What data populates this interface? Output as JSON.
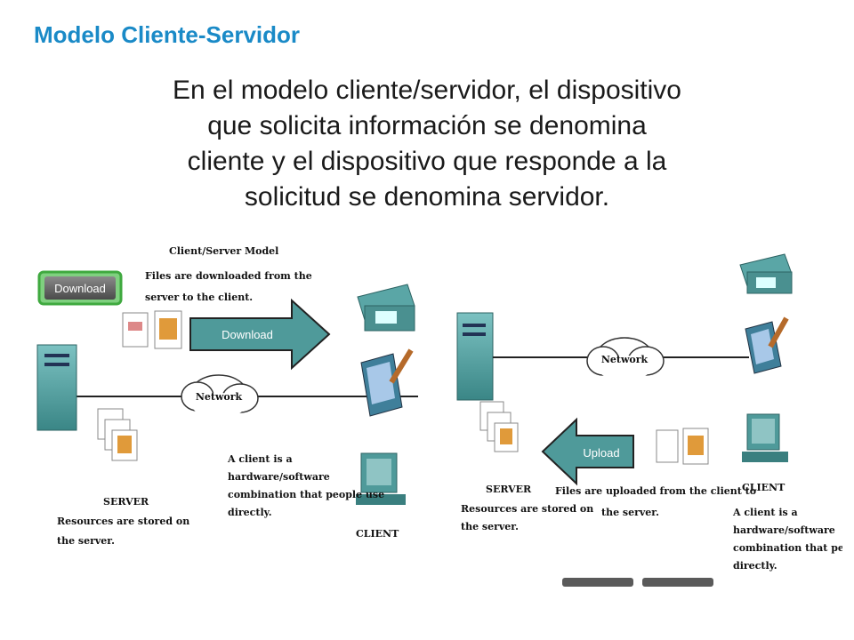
{
  "slide": {
    "title": "Modelo Cliente-Servidor",
    "body_lines": [
      "En el modelo cliente/servidor, el dispositivo",
      "que solicita información se denomina",
      "cliente y el dispositivo que responde a la",
      "solicitud se denomina servidor."
    ]
  },
  "left_diagram": {
    "heading": "Client/Server Model",
    "description_lines": [
      "Files are downloaded from the",
      "server to the client."
    ],
    "download_button": "Download",
    "arrow_label": "Download",
    "network_label": "Network",
    "server_label": "SERVER",
    "server_note_lines": [
      "Resources are stored on",
      "the server."
    ],
    "client_note_lines": [
      "A client is a",
      "hardware/software",
      "combination that people use",
      "directly."
    ],
    "client_label": "CLIENT"
  },
  "right_diagram": {
    "network_label": "Network",
    "arrow_label": "Upload",
    "upload_note_lines": [
      "Files are uploaded from the client to",
      "the server."
    ],
    "server_label": "SERVER",
    "server_note_lines": [
      "Resources are stored on",
      "the server."
    ],
    "client_label": "CLIENT",
    "client_note_lines": [
      "A client is a",
      "hardware/software",
      "combination that people use",
      "directly."
    ]
  },
  "colors": {
    "title": "#1a8ac7",
    "arrow_fill": "#4f9a9a",
    "device_teal": "#3f8f8f",
    "button_border": "#3fa93f"
  }
}
